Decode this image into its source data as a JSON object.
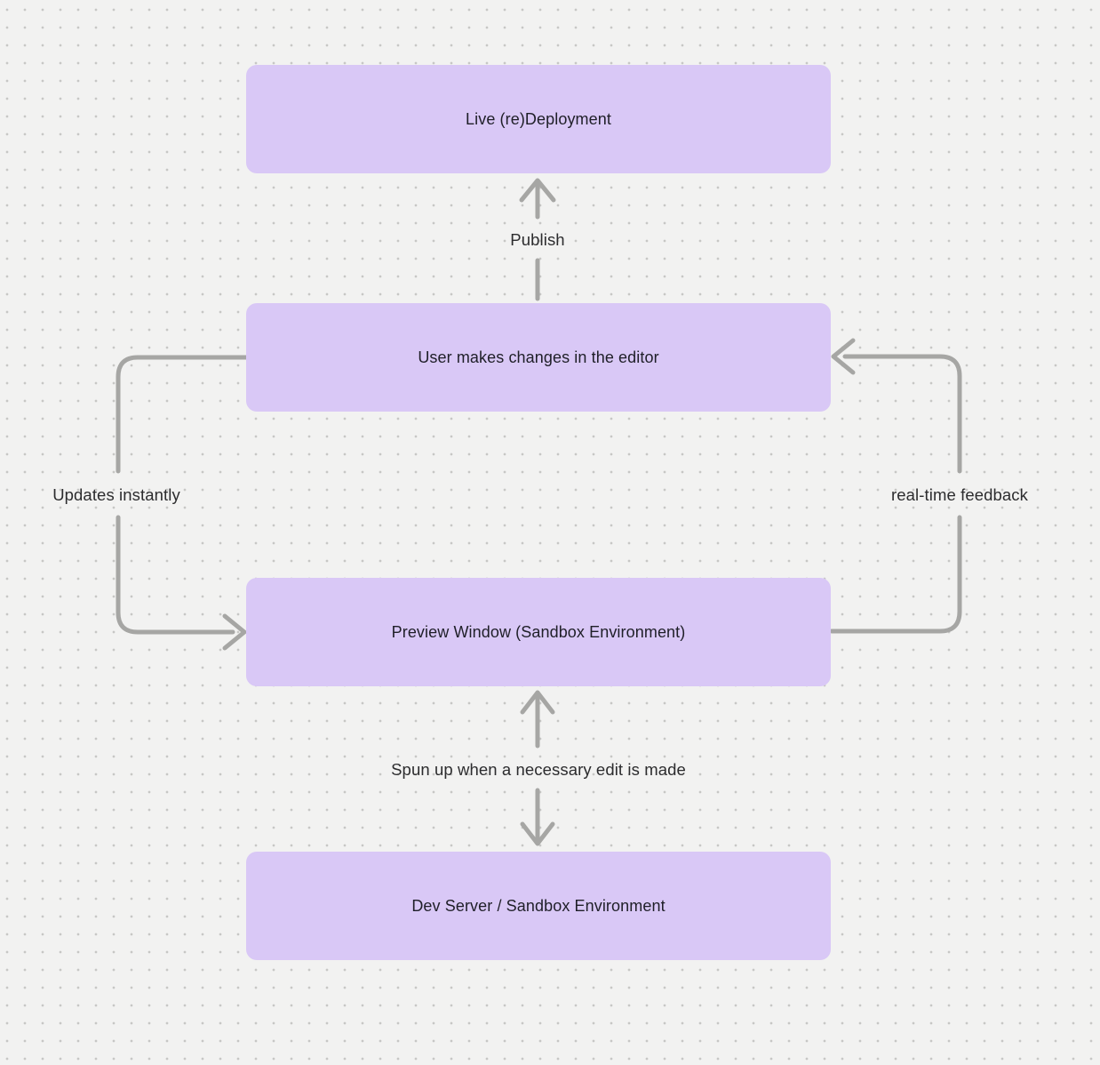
{
  "diagram": {
    "nodes": [
      {
        "id": "live-redeployment",
        "label": "Live (re)Deployment"
      },
      {
        "id": "user-editor",
        "label": "User makes changes in the editor"
      },
      {
        "id": "preview-window",
        "label": "Preview Window (Sandbox Environment)"
      },
      {
        "id": "dev-server",
        "label": "Dev Server / Sandbox Environment"
      }
    ],
    "edges": [
      {
        "id": "publish",
        "label": "Publish",
        "from": "user-editor",
        "to": "live-redeployment",
        "direction": "up"
      },
      {
        "id": "updates-instantly",
        "label": "Updates instantly",
        "from": "user-editor",
        "to": "preview-window",
        "direction": "down-left-loop"
      },
      {
        "id": "real-time-feedback",
        "label": "real-time feedback",
        "from": "preview-window",
        "to": "user-editor",
        "direction": "up-right-loop"
      },
      {
        "id": "spun-up",
        "label": "Spun up when a necessary edit is made",
        "from": "dev-server",
        "to": "preview-window",
        "direction": "bidirectional"
      }
    ],
    "colors": {
      "background": "#f2f2f1",
      "grid_dot": "#c7c7c5",
      "node_fill": "#d9c8f6",
      "node_text": "#1f1f28",
      "arrow": "#a6a6a4",
      "label_text": "#2c2c2e"
    }
  }
}
